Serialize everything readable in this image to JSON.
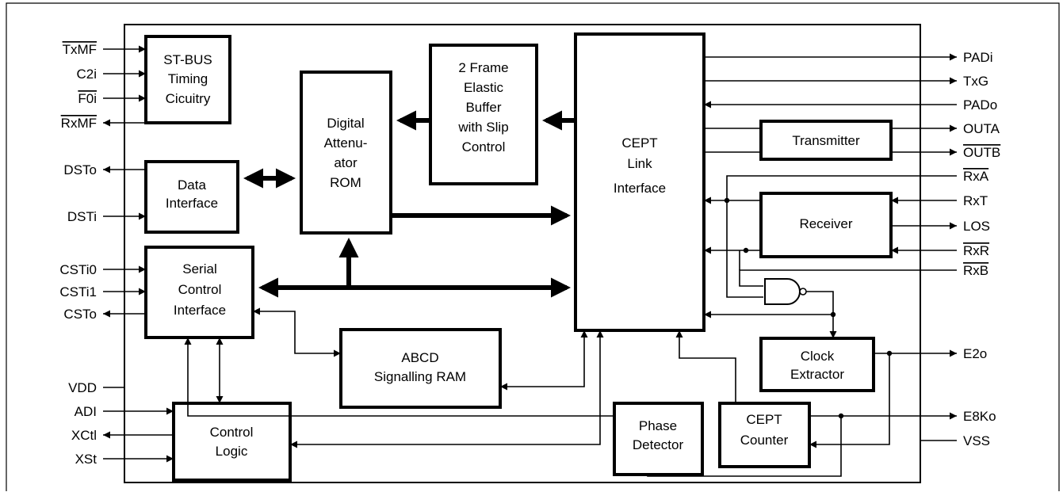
{
  "blocks": {
    "st_bus_timing": [
      "ST-BUS",
      "Timing",
      "Cicuitry"
    ],
    "data_interface": [
      "Data",
      "Interface"
    ],
    "serial_control": [
      "Serial",
      "Control",
      "Interface"
    ],
    "digital_attenuator": [
      "Digital",
      "Attenu-",
      "ator",
      "ROM"
    ],
    "elastic_buffer": [
      "2 Frame",
      "Elastic",
      "Buffer",
      "with Slip",
      "Control"
    ],
    "cept_link": [
      "CEPT",
      "Link",
      "Interface"
    ],
    "transmitter": [
      "Transmitter"
    ],
    "receiver": [
      "Receiver"
    ],
    "abcd_ram": [
      "ABCD",
      "Signalling RAM"
    ],
    "control_logic": [
      "Control",
      "Logic"
    ],
    "phase_detector": [
      "Phase",
      "Detector"
    ],
    "cept_counter": [
      "CEPT",
      "Counter"
    ],
    "clock_extractor": [
      "Clock",
      "Extractor"
    ]
  },
  "pins_left": {
    "txmf": "TxMF",
    "c2i": "C2i",
    "f0i": "F0i",
    "rxmf": "RxMF",
    "dsto": "DSTo",
    "dsti": "DSTi",
    "csti0": "CSTi0",
    "csti1": "CSTi1",
    "csto": "CSTo",
    "vdd": "VDD",
    "adi": "ADI",
    "xctl": "XCtl",
    "xst": "XSt"
  },
  "pins_right": {
    "padi": "PADi",
    "txg": "TxG",
    "pado": "PADo",
    "outa": "OUTA",
    "outb": "OUTB",
    "rxa": "RxA",
    "rxt": "RxT",
    "los": "LOS",
    "rxr": "RxR",
    "rxb": "RxB",
    "e2o": "E2o",
    "e8ko": "E8Ko",
    "vss": "VSS"
  }
}
